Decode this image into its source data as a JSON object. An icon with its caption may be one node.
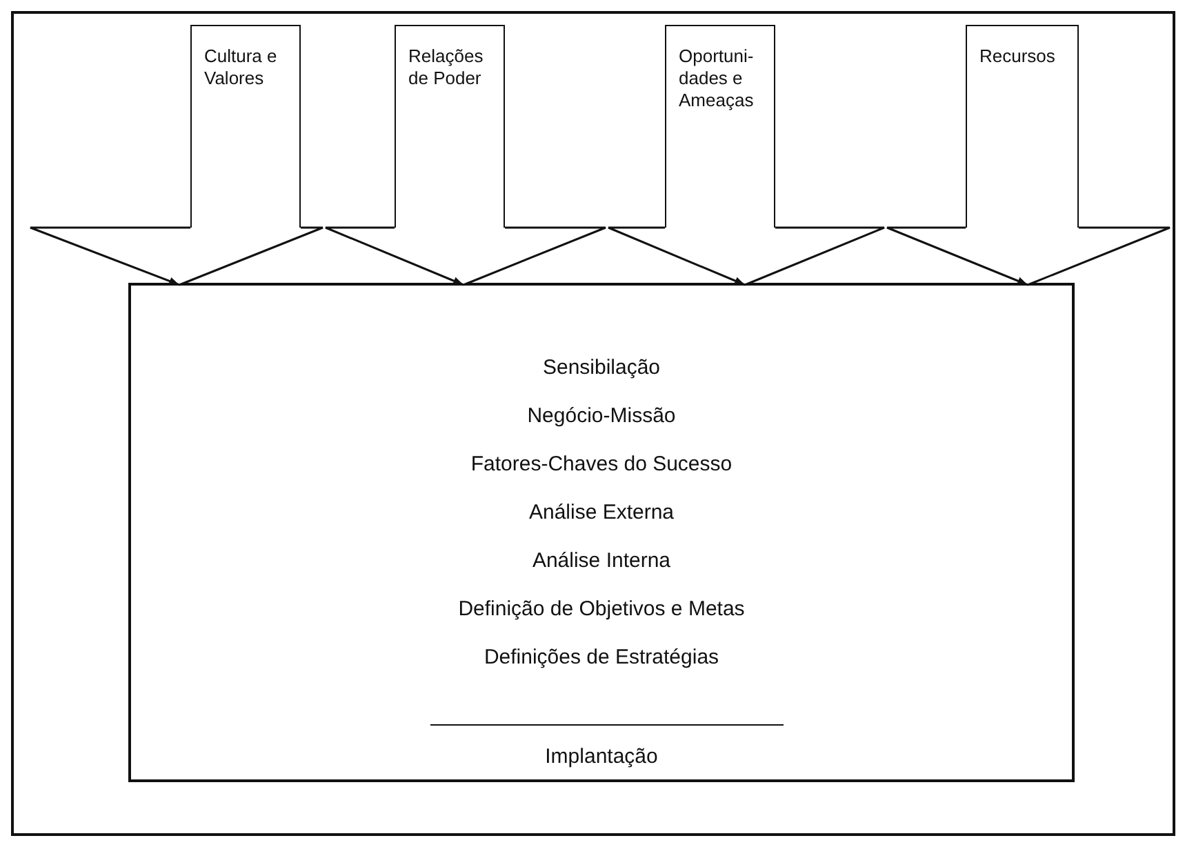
{
  "diagram": {
    "nodes": [
      {
        "text": [
          "Cultura e Valores"
        ]
      },
      {
        "text": [
          "Relações de Poder"
        ]
      },
      {
        "text": [
          "Oportuni-dades e Ameaças"
        ]
      },
      {
        "text": [
          "Recursos"
        ]
      },
      {
        "text": [
          "Sensibilação",
          "Negócio-Missão",
          "Fatores-Chaves do Sucesso",
          "Análise Externa",
          "Análise Interna",
          "Definição de Objetivos e Metas",
          "Definições de Estratégias",
          "Implantação"
        ]
      }
    ],
    "edges": [
      {
        "from": 0,
        "to": 4,
        "arrow": "to"
      },
      {
        "from": 1,
        "to": 4,
        "arrow": "to"
      },
      {
        "from": 2,
        "to": 4,
        "arrow": "to"
      },
      {
        "from": 3,
        "to": 4,
        "arrow": "to"
      }
    ]
  }
}
